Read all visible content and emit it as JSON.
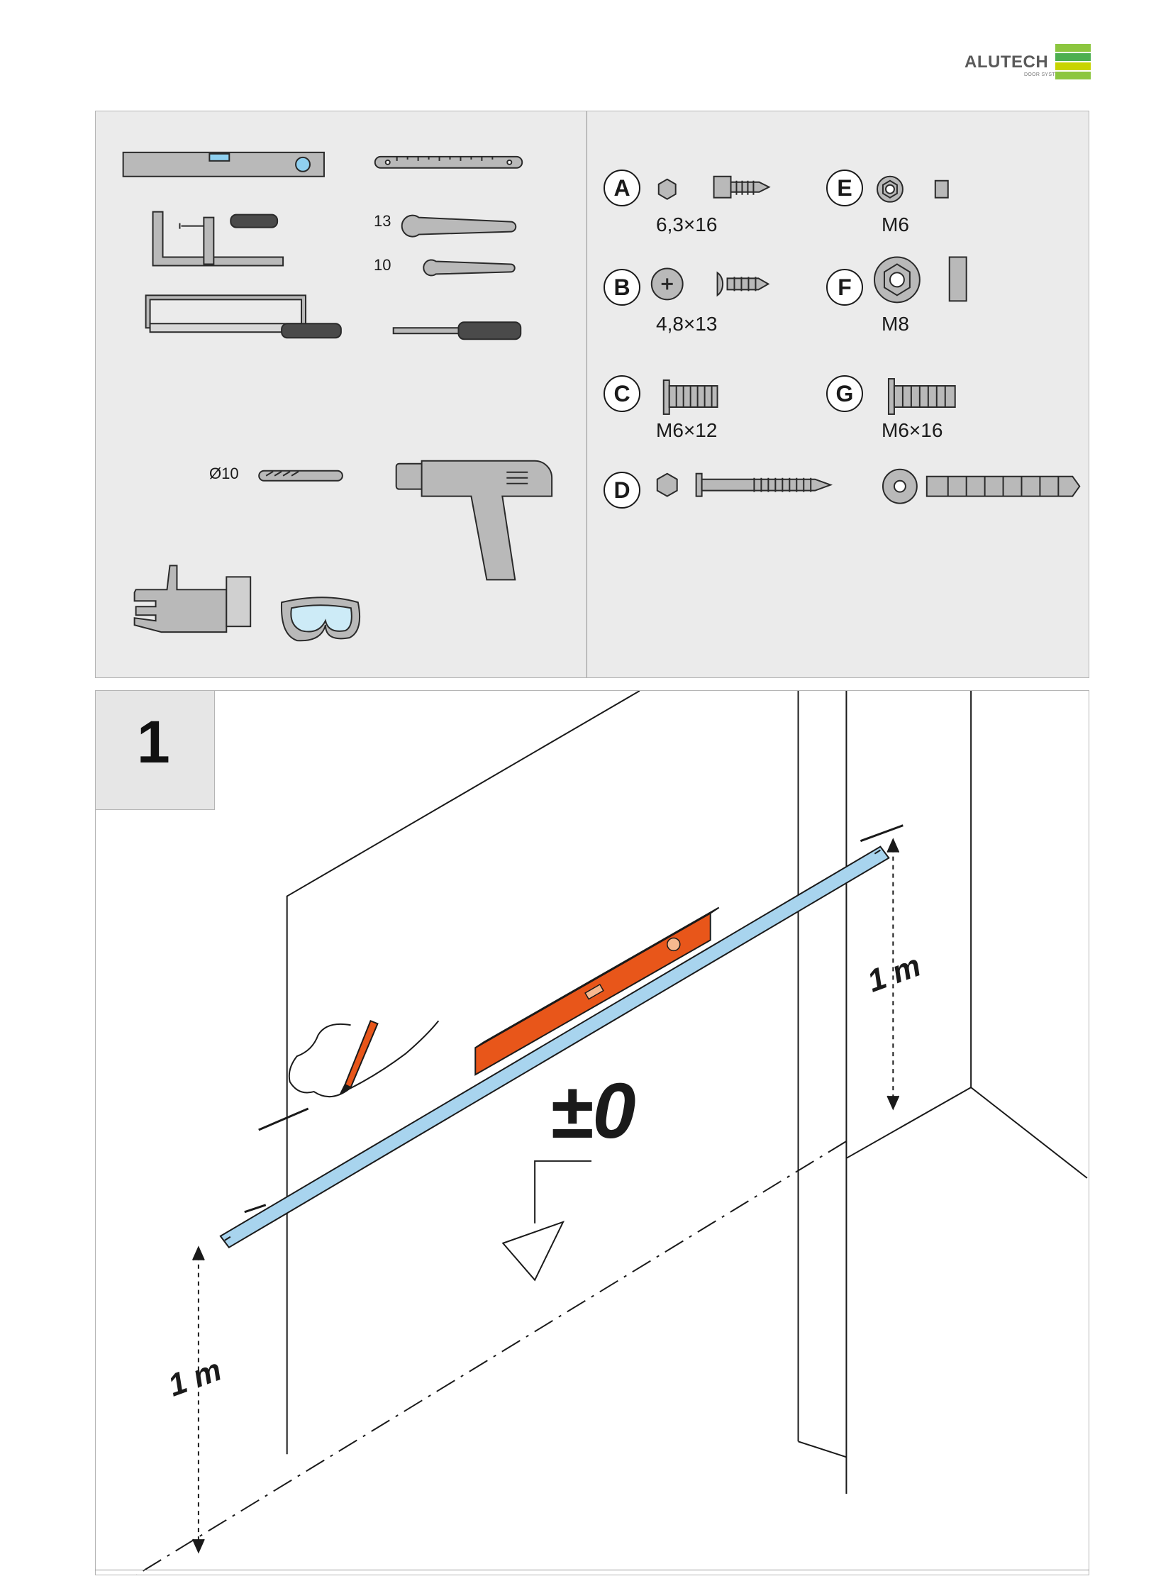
{
  "brand": {
    "name": "ALUTECH",
    "tagline": "DOOR SYSTEMS",
    "colors": [
      "#8cc63f",
      "#4caf50",
      "#c8d400",
      "#8cc63f"
    ]
  },
  "tools": {
    "wrench_sizes": [
      "13",
      "10"
    ],
    "drill_bit_label": "Ø10",
    "items": [
      "spirit-level",
      "folding-rule",
      "clamp",
      "wrench-13",
      "wrench-10",
      "hacksaw",
      "screwdriver",
      "drill-bit",
      "drill",
      "gloves",
      "goggles"
    ]
  },
  "fasteners": [
    {
      "letter": "A",
      "spec": "6,3×16"
    },
    {
      "letter": "B",
      "spec": "4,8×13"
    },
    {
      "letter": "C",
      "spec": "M6×12"
    },
    {
      "letter": "D",
      "spec": ""
    },
    {
      "letter": "E",
      "spec": "M6"
    },
    {
      "letter": "F",
      "spec": "M8"
    },
    {
      "letter": "G",
      "spec": "M6×16"
    }
  ],
  "step": {
    "number": "1",
    "height_left": "1 m",
    "height_right": "1 m",
    "level_mark": "±0"
  },
  "colors": {
    "panel_bg": "#ebebeb",
    "tool_grey": "#b9b9b9",
    "rail_blue": "#a8d4ee",
    "level_orange": "#e8561a"
  }
}
